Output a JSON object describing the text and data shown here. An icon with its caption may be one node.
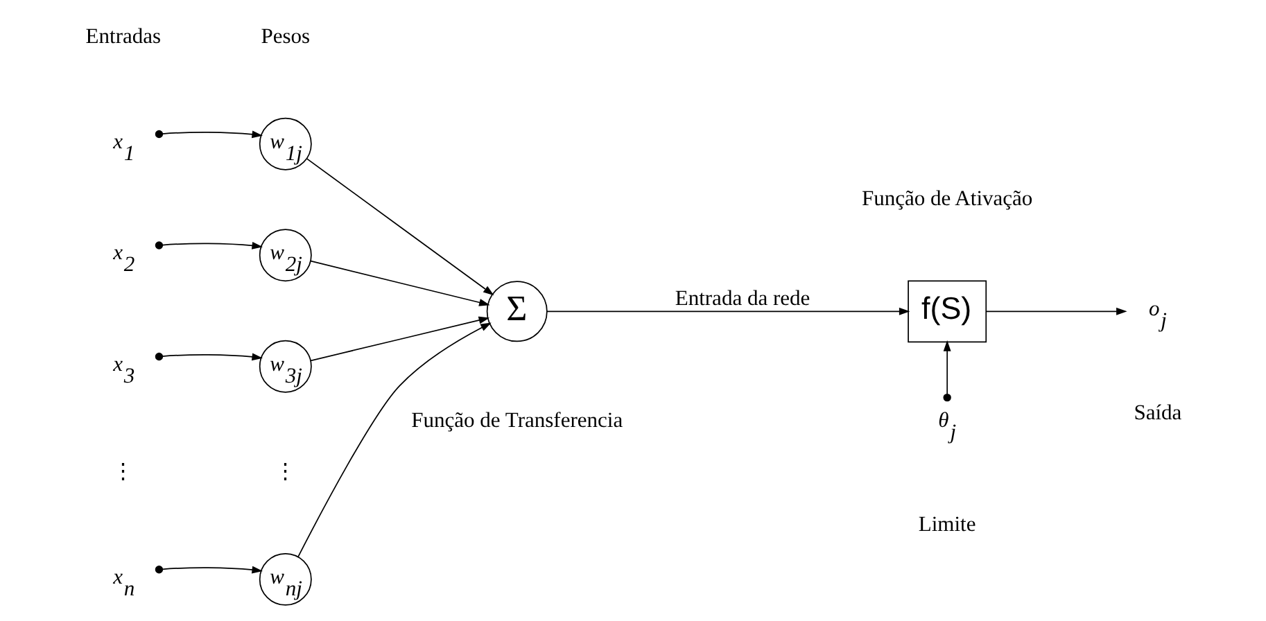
{
  "diagram": {
    "nodes": [
      {
        "text": [
          "x$_{1}$"
        ]
      },
      {
        "text": [
          "w$_{1j}$"
        ]
      },
      {
        "text": [
          "x$_{2}$"
        ]
      },
      {
        "text": [
          "w$_{2j}$"
        ]
      },
      {
        "text": [
          "x$_{3}$"
        ]
      },
      {
        "text": [
          "w$_{3j}$"
        ]
      },
      {
        "text": [
          "x$_{n}$"
        ]
      },
      {
        "text": [
          "w$_{nj}$"
        ]
      },
      {
        "text": [
          "Σ"
        ],
        "beside": [
          "Função de Transferencia"
        ]
      },
      {
        "text": [
          "f(S)"
        ],
        "beside": [
          "Função de Ativação"
        ]
      },
      {
        "text": [
          "o$_{j}$"
        ],
        "beside": [
          "Saída"
        ]
      },
      {
        "text": [
          "θ$_{j}$"
        ],
        "beside": [
          "Limite"
        ]
      }
    ],
    "edges": [
      {
        "from": 0,
        "to": 1,
        "arrow": "to"
      },
      {
        "from": 2,
        "to": 3,
        "arrow": "to"
      },
      {
        "from": 4,
        "to": 5,
        "arrow": "to"
      },
      {
        "from": 6,
        "to": 7,
        "arrow": "to"
      },
      {
        "from": 1,
        "to": 8,
        "arrow": "to"
      },
      {
        "from": 3,
        "to": 8,
        "arrow": "to"
      },
      {
        "from": 5,
        "to": 8,
        "arrow": "to"
      },
      {
        "from": 7,
        "to": 8,
        "arrow": "to"
      },
      {
        "from": 8,
        "to": 9,
        "label": "Entrada da rede",
        "arrow": "to"
      },
      {
        "from": 9,
        "to": 10,
        "arrow": "to"
      },
      {
        "from": 11,
        "to": 9,
        "arrow": "to"
      }
    ],
    "labels": [
      "Entradas",
      "Pesos",
      "⋮",
      "⋮"
    ]
  }
}
